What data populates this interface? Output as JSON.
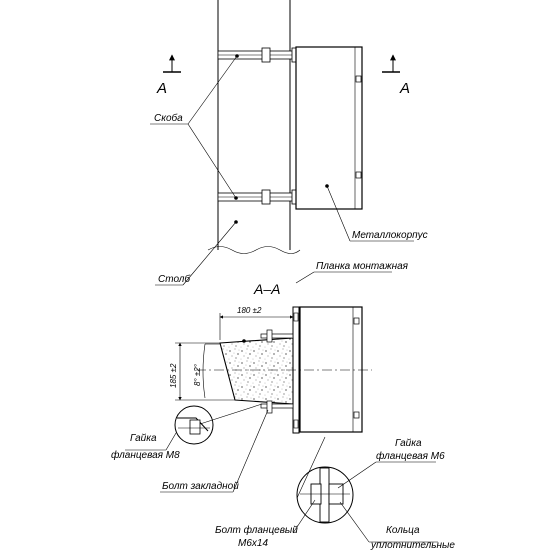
{
  "section_marker": {
    "letter": "A"
  },
  "section_title": "A–A",
  "labels": {
    "bracket": "Скоба",
    "pole": "Столб",
    "metal_case": "Металлокорпус",
    "mount_plate": "Планка монтажная",
    "nut_m8": [
      "Гайка",
      "фланцевая М8"
    ],
    "embed_bolt": "Болт закладной",
    "nut_m6": [
      "Гайка",
      "фланцевая М6"
    ],
    "flange_bolt": [
      "Болт фланцевый",
      "М6х14"
    ],
    "rings": [
      "Кольца",
      "уплотнительные"
    ]
  },
  "dimensions": {
    "width": "180 ±2",
    "height": "185 ±2",
    "angle": "8° ±2°"
  }
}
